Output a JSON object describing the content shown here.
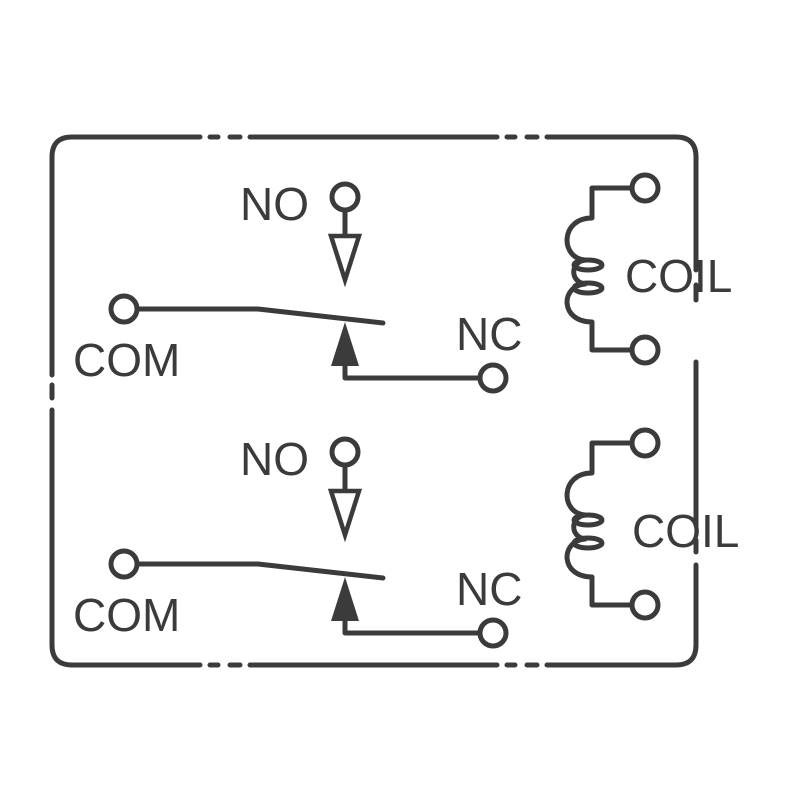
{
  "title": "Relay schematic (DPDT, two coils)",
  "colors": {
    "stroke": "#3b3b3b",
    "background": "#ffffff"
  },
  "relays": [
    {
      "no_label": "NO",
      "nc_label": "NC",
      "com_label": "COM",
      "coil_label": "COIL"
    },
    {
      "no_label": "NO",
      "nc_label": "NC",
      "com_label": "COM",
      "coil_label": "COIL"
    }
  ]
}
